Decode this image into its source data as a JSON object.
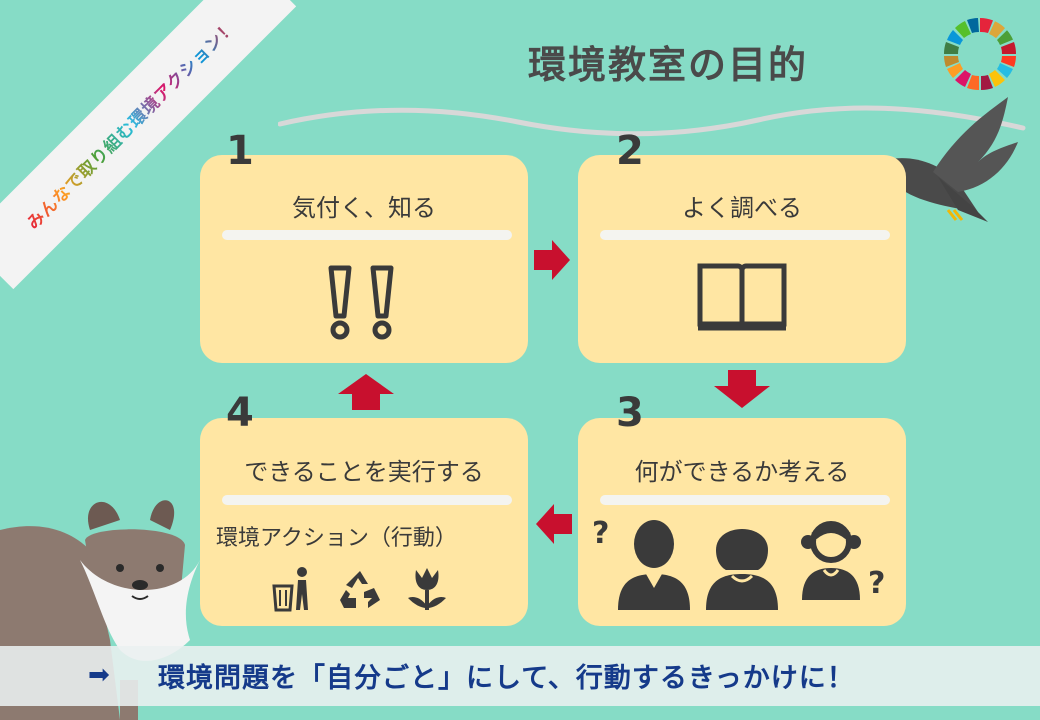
{
  "page": {
    "title": "環境教室の目的",
    "corner_banner": "みんなで取り組む環境アクション！",
    "bottom_message": "環境問題を「自分ごと」にして、行動するきっかけに！"
  },
  "steps": [
    {
      "number": "1",
      "title": "気付く、知る"
    },
    {
      "number": "2",
      "title": "よく調べる"
    },
    {
      "number": "3",
      "title": "何ができるか考える"
    },
    {
      "number": "4",
      "title": "できることを実行する",
      "subtitle": "環境アクション（行動）"
    }
  ],
  "colors": {
    "background": "#86dcc6",
    "card": "#ffe6a3",
    "arrow": "#c8102e",
    "bottom_text": "#153a8a"
  },
  "icons": [
    "exclamation-icon",
    "book-icon",
    "person-icon",
    "trash-icon",
    "recycle-icon",
    "tulip-icon",
    "sdgs-wheel-icon",
    "eagle-illustration",
    "goat-illustration"
  ]
}
